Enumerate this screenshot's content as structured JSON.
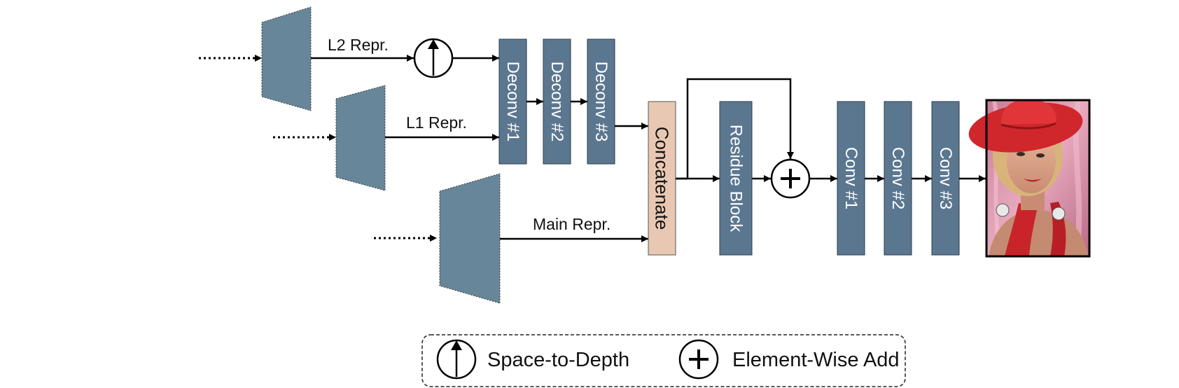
{
  "diagram": {
    "edge_labels": {
      "l2": "L2 Repr.",
      "l1": "L1 Repr.",
      "main": "Main Repr."
    },
    "blocks": {
      "deconv1": "Deconv #1",
      "deconv2": "Deconv #2",
      "deconv3": "Deconv #3",
      "concatenate": "Concatenate",
      "residue": "Residue Block",
      "conv1": "Conv #1",
      "conv2": "Conv #2",
      "conv3": "Conv #3"
    },
    "legend": {
      "space_to_depth": "Space-to-Depth",
      "element_wise_add": "Element-Wise Add"
    },
    "colors": {
      "block": "#5b7790",
      "trapezoid": "#688699",
      "concat": "#e8c8b2",
      "arrow": "#000000",
      "photo_bg": "#d98aa3",
      "hat": "#d0272c"
    },
    "icons": [
      "space-to-depth-icon",
      "element-wise-add-icon",
      "output-image"
    ]
  }
}
